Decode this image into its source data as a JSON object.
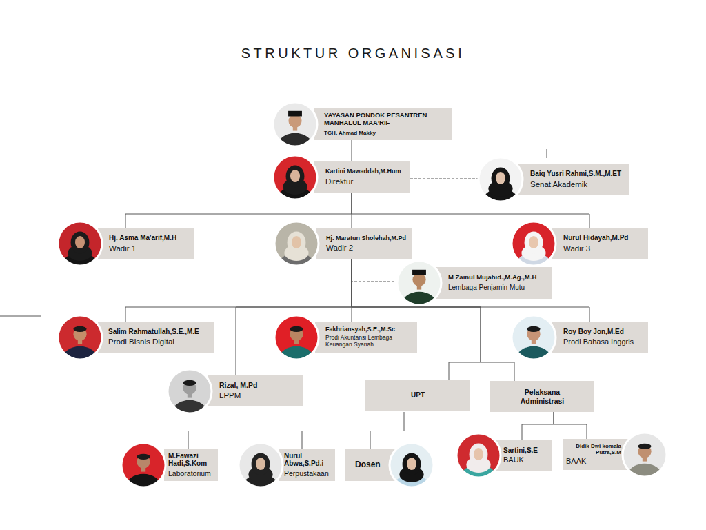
{
  "diagram": {
    "title": "STRUKTUR ORGANISASI",
    "nodes": [
      {
        "text": [
          "YAYASAN PONDOK PESANTREN MANHALUL MAA’RIF",
          "TGH. Ahmad Makky"
        ]
      },
      {
        "text": [
          "Kartini Mawaddah,M.Hum",
          "Direktur"
        ]
      },
      {
        "text": [
          "Baiq Yusri Rahmi,S.M.,M.ET",
          "Senat Akademik"
        ]
      },
      {
        "text": [
          "Hj. Asma Ma'arif,M.H",
          "Wadir 1"
        ]
      },
      {
        "text": [
          "Hj. Maratun Sholehah,M.Pd",
          "Wadir 2"
        ]
      },
      {
        "text": [
          "Nurul Hidayah,M.Pd",
          "Wadir 3"
        ]
      },
      {
        "text": [
          "M Zainul Mujahid.,M.Ag.,M.H",
          "Lembaga Penjamin Mutu"
        ]
      },
      {
        "text": [
          "Salim Rahmatullah,S.E.,M.E",
          "Prodi Bisnis Digital"
        ]
      },
      {
        "text": [
          "Fakhriansyah,S.E.,M.Sc",
          "Prodi Akuntansi Lembaga Keuangan Syariah"
        ]
      },
      {
        "text": [
          "Roy Boy Jon,M.Ed",
          "Prodi Bahasa Inggris"
        ]
      },
      {
        "text": [
          "Rizal, M.Pd",
          "LPPM"
        ]
      },
      {
        "text": [
          "UPT"
        ]
      },
      {
        "text": [
          "Pelaksana Administrasi"
        ]
      },
      {
        "text": [
          "M.Fawazi Hadi,S.Kom",
          "Laboratorium"
        ]
      },
      {
        "text": [
          "Nurul Abwa,S.Pd.i",
          "Perpustakaan"
        ]
      },
      {
        "text": [
          "Dosen"
        ]
      },
      {
        "text": [
          "Sartini,S.E",
          "BAUK"
        ]
      },
      {
        "text": [
          "Didik Dwi komala Putra,S.M",
          "BAAK"
        ]
      }
    ],
    "edges": [
      {
        "from": 0,
        "to": 1,
        "arrow": "none"
      },
      {
        "from": 1,
        "to": 2,
        "arrow": "none"
      },
      {
        "from": 1,
        "to": 3,
        "arrow": "none"
      },
      {
        "from": 1,
        "to": 4,
        "arrow": "none"
      },
      {
        "from": 1,
        "to": 5,
        "arrow": "none"
      },
      {
        "from": 4,
        "to": 6,
        "arrow": "none"
      },
      {
        "from": 4,
        "to": 7,
        "arrow": "none"
      },
      {
        "from": 4,
        "to": 8,
        "arrow": "none"
      },
      {
        "from": 4,
        "to": 9,
        "arrow": "none"
      },
      {
        "from": 4,
        "to": 10,
        "arrow": "none"
      },
      {
        "from": 4,
        "to": 11,
        "arrow": "none"
      },
      {
        "from": 4,
        "to": 12,
        "arrow": "none"
      },
      {
        "from": 12,
        "to": 16,
        "arrow": "none"
      },
      {
        "from": 12,
        "to": 17,
        "arrow": "none"
      }
    ]
  }
}
